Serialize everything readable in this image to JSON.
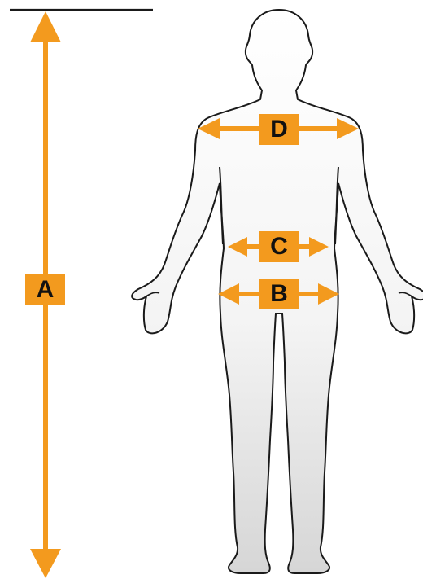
{
  "colors": {
    "accent": "#f39a1e",
    "outline": "#1a1a1a",
    "body_fill_top": "#ffffff",
    "body_fill_bottom": "#d9d9d9",
    "text": "#111111"
  },
  "measurements": {
    "a": {
      "label": "A",
      "description_icon": "height-arrow"
    },
    "b": {
      "label": "B",
      "description_icon": "hip-arrow"
    },
    "c": {
      "label": "C",
      "description_icon": "waist-arrow"
    },
    "d": {
      "label": "D",
      "description_icon": "shoulder-arrow"
    }
  }
}
